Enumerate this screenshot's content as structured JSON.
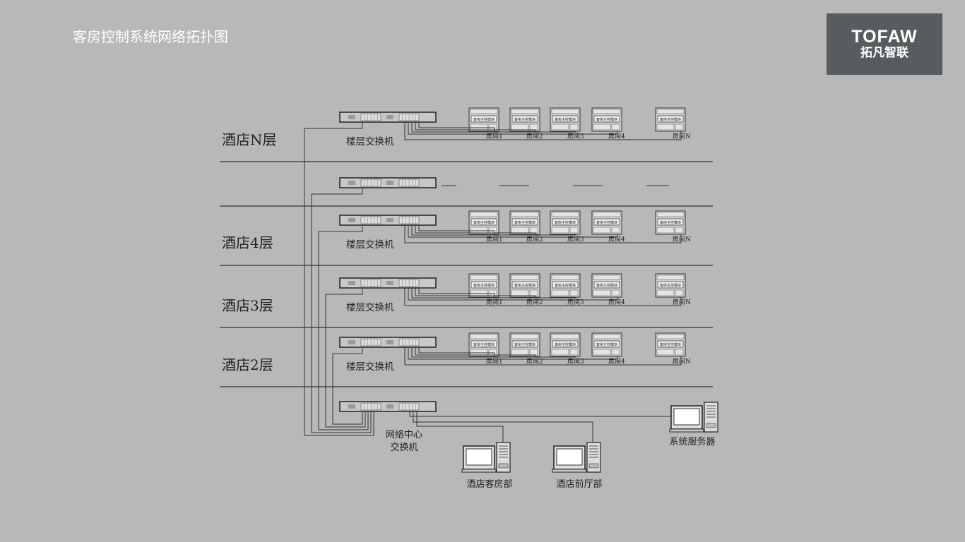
{
  "title": "客房控制系统网络拓扑图",
  "logo": {
    "en": "TOFAW",
    "cn": "拓凡智联"
  },
  "floors": [
    {
      "label": "酒店N层",
      "switch_label": "楼层交换机",
      "rooms": [
        "房间1",
        "房间2",
        "房间3",
        "房间4",
        "房间N"
      ]
    },
    {
      "label": "",
      "switch_label": "",
      "rooms": []
    },
    {
      "label": "酒店4层",
      "switch_label": "楼层交换机",
      "rooms": [
        "房间1",
        "房间2",
        "房间3",
        "房间4",
        "房间N"
      ]
    },
    {
      "label": "酒店3层",
      "switch_label": "楼层交换机",
      "rooms": [
        "房间1",
        "房间2",
        "房间3",
        "房间4",
        "房间N"
      ]
    },
    {
      "label": "酒店2层",
      "switch_label": "楼层交换机",
      "rooms": [
        "房间1",
        "房间2",
        "房间3",
        "房间4",
        "房间N"
      ]
    }
  ],
  "module_label": "客房主控模块",
  "center_switch": {
    "line1": "网络中心",
    "line2": "交换机"
  },
  "computers": [
    {
      "label": "酒店客房部"
    },
    {
      "label": "酒店前厅部"
    },
    {
      "label": "系统服务器"
    }
  ],
  "colors": {
    "background": "#b8b8b8",
    "logo_bg": "#585c5e",
    "line": "#333333"
  }
}
